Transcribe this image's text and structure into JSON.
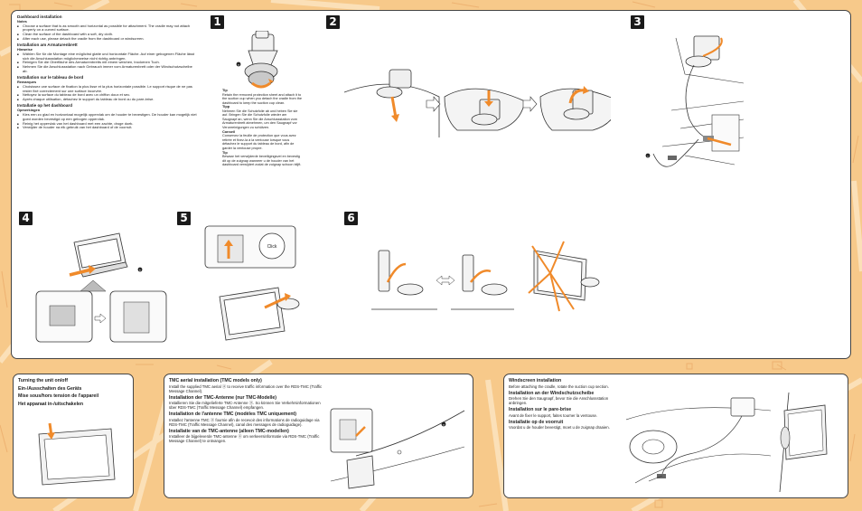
{
  "dashboard": {
    "title": "Dashboard installation",
    "notes_label": "Notes",
    "notes": [
      "Choose a surface that is as smooth and horizontal as possible for attachment. The cradle may not attach properly on a curved surface.",
      "Clean the surface of the dashboard with a soft, dry cloth.",
      "After each use, please detach the cradle from the dashboard or windscreen."
    ],
    "de_title": "Installation am Armaturenbrett",
    "de_label": "Hinweise",
    "de_notes": [
      "Wählen Sie für die Montage eine möglichst glatte und horizontale Fläche. Auf einer gebogenen Fläche lässt sich die Anschlussstation möglicherweise nicht richtig anbringen.",
      "Reinigen Sie die Oberfläche des Armaturenbretts mit einem weichen, trockenen Tuch.",
      "Nehmen Sie die Anschlussstation nach Gebrauch immer vom Armaturenbrett oder der Windschutzscheibe ab."
    ],
    "fr_title": "Installation sur le tableau de bord",
    "fr_label": "Remarques",
    "fr_notes": [
      "Choisissez une surface de fixation la plus lisse et la plus horizontale possible. Le support risque de ne pas rester fixé correctement sur une surface incurvée.",
      "Nettoyez la surface du tableau de bord avec un chiffon doux et sec.",
      "Après chaque utilisation, détachez le support du tableau de bord ou du pare-brise."
    ],
    "nl_title": "Installatie op het dashboard",
    "nl_label": "Opmerkingen",
    "nl_notes": [
      "Kies een zo glad en horizontaal mogelijk oppervlak om de houder te bevestigen. De houder kan mogelijk niet goed worden bevestigd op een gebogen oppervlak.",
      "Reinig het oppervlak van het dashboard met een zachte, droge doek.",
      "Verwijder de houder na elk gebruik van het dashboard of de voorruit."
    ]
  },
  "tips": [
    {
      "label": "Tip",
      "text": "Retain the removed protection sheet and attach it to the suction cup when you detach the cradle from the dashboard to keep the suction cup clean."
    },
    {
      "label": "Tipp",
      "text": "Nehmen Sie die Schutzfolie ab und heben Sie sie auf. Bringen Sie die Schutzfolie wieder am Saugnapf an, wenn Sie die Anschlussstation vom Armaturenbrett abnehmen, um den Saugnapf vor Verunreinigungen zu schützen."
    },
    {
      "label": "Conseil",
      "text": "Conservez la feuille de protection que vous avez retirée et fixez-la à la ventouse lorsque vous détachez le support du tableau de bord, afin de garder la ventouse propre."
    },
    {
      "label": "Tip",
      "text": "Bewaar het verwijderde beveiligingsvel en bevestig dit op de zuignap wanneer u de houder van het dashboard verwijdert zodat de zuignap schoon blijft."
    }
  ],
  "steps": [
    "1",
    "2",
    "3",
    "4",
    "5",
    "6"
  ],
  "callouts": {
    "a": "a",
    "b": "b",
    "c": "c",
    "click": "Click"
  },
  "power": {
    "lines": [
      "Turning the unit on/off",
      "Ein-/Ausschalten des Geräts",
      "Mise sous/hors tension de l'appareil",
      "Het apparaat in-/uitschakelen"
    ]
  },
  "tmc": {
    "sections": [
      {
        "title": "TMC aerial installation (TMC models only)",
        "text": "Install the supplied TMC aerial ⓐ to receive traffic information over the RDS-TMC (Traffic Message Channel)."
      },
      {
        "title": "Installation der TMC-Antenne (nur TMC-Modelle)",
        "text": "Installieren Sie die mitgelieferte TMC-Antenne ⓐ. So können Sie Verkehrsinformationen über RDS-TMC (Traffic Message Channel) empfangen."
      },
      {
        "title": "Installation de l'antenne TMC (modèles TMC uniquement)",
        "text": "Installez l'antenne TMC ⓐ fournie afin de recevoir des informations de radioguidage via RDS-TMC (Traffic Message Channel), canal des messages de radioguidage)."
      },
      {
        "title": "Installatie van de TMC-antenne (alleen TMC-modellen)",
        "text": "Installeer de bijgeleverde TMC-antenne ⓐ om verkeersinformatie via RDS-TMC (Traffic Message Channel) te ontvangen."
      }
    ]
  },
  "windscreen": {
    "sections": [
      {
        "title": "Windscreen installation",
        "text": "Before attaching the cradle, rotate the suction cup section."
      },
      {
        "title": "Installation an der Windschutzscheibe",
        "text": "Drehen Sie den Saugnapf, bevor Sie die Anschlussstation anbringen."
      },
      {
        "title": "Installation sur le pare-brise",
        "text": "Avant de fixer le support, faites tourner la ventouse."
      },
      {
        "title": "Installatie op de voorruit",
        "text": "Voordat u de houder bevestigt, moet u de zuignap draaien."
      }
    ]
  },
  "colors": {
    "accent": "#f08a2a",
    "background": "#f7c98a",
    "panel": "#ffffff",
    "badge": "#1a1a1a"
  }
}
